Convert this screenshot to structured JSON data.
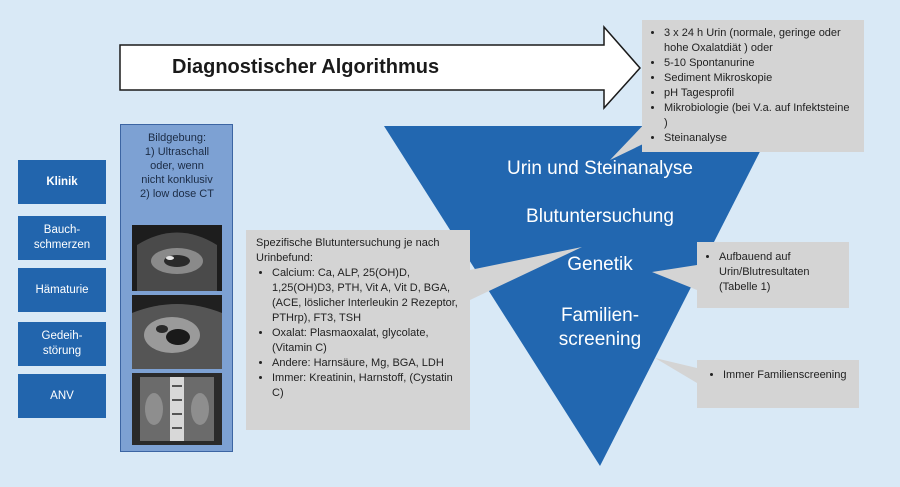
{
  "header": {
    "title": "Diagnostischer Algorithmus"
  },
  "sidebar": {
    "items": [
      {
        "label": "Klinik",
        "active": true
      },
      {
        "label": "Bauch-\nschmerzen"
      },
      {
        "label": "Hämaturie"
      },
      {
        "label": "Gedeih-\nstörung"
      },
      {
        "label": "ANV"
      }
    ]
  },
  "imaging": {
    "title": "Bildgebung:",
    "line1": "1) Ultraschall",
    "line2": "oder, wenn",
    "line3": "nicht konklusiv",
    "line4": "2) low dose CT",
    "icons": [
      "ultrasound-image-icon",
      "ultrasound-image-icon",
      "ct-scan-image-icon"
    ]
  },
  "funnel": {
    "level1": "Urin und Steinanalyse",
    "level2": "Blutuntersuchung",
    "level3": "Genetik",
    "level4a": "Familien-",
    "level4b": "screening"
  },
  "urine_box": {
    "items": [
      "3 x 24 h Urin (normale, geringe oder hohe  Oxalatdiät ) oder",
      "5-10 Spontanurine",
      "Sediment Mikroskopie",
      "pH Tagesprofil",
      "Mikrobiologie (bei V.a. auf Infektsteine )",
      "Steinanalyse"
    ]
  },
  "blood_box": {
    "intro": "Spezifische Blutuntersuchung je nach Urinbefund:",
    "items": [
      "Calcium: Ca, ALP, 25(OH)D, 1,25(OH)D3, PTH, Vit A, Vit D, BGA, (ACE, löslicher Interleukin 2 Rezeptor, PTHrp), FT3, TSH",
      "Oxalat: Plasmaoxalat, glycolate, (Vitamin C)",
      "Andere: Harnsäure, Mg, BGA, LDH",
      "Immer: Kreatinin, Harnstoff, (Cystatin C)"
    ]
  },
  "genetics_box": {
    "items": [
      "Aufbauend auf Urin/Blutresultaten (Tabelle 1)"
    ]
  },
  "family_box": {
    "items": [
      "Immer Familienscreening"
    ]
  },
  "colors": {
    "background": "#d9e9f6",
    "funnel_blue": "#2267b0",
    "sidebar_blue": "#2265ad",
    "callout_gray": "#d4d4d4"
  }
}
